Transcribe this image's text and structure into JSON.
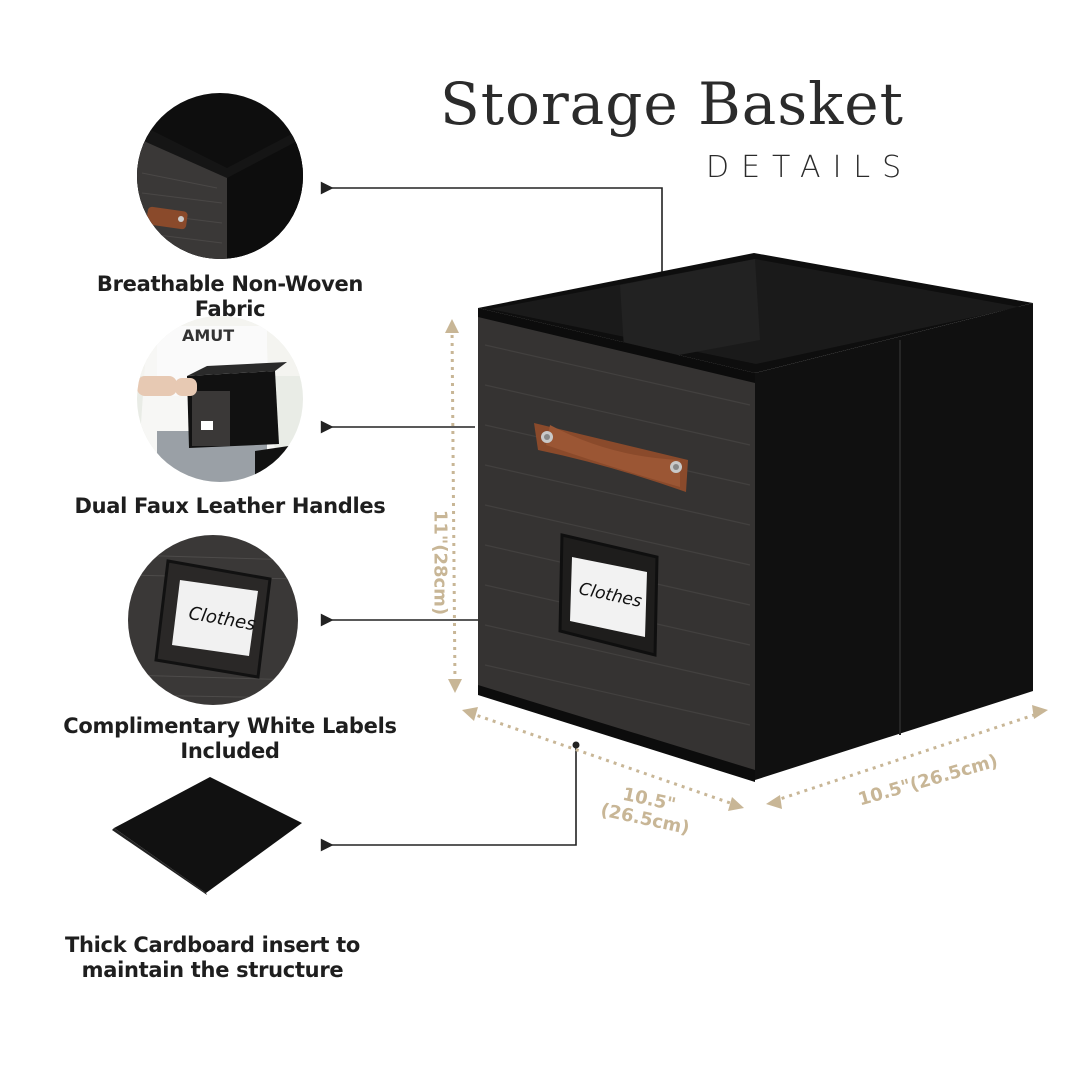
{
  "header": {
    "title": "Storage Basket",
    "subtitle": "DETAILS"
  },
  "features": [
    {
      "label": "Breathable Non-Woven Fabric",
      "icon": "fabric-closeup-icon"
    },
    {
      "label": "Dual Faux Leather Handles",
      "icon": "person-carrying-basket-icon"
    },
    {
      "label": "Complimentary White Labels Included",
      "icon": "label-pocket-icon"
    },
    {
      "label": "Thick Cardboard insert to maintain the structure",
      "icon": "cardboard-insert-icon"
    }
  ],
  "label_card_text": "Clothes",
  "thumb_shirt_text": "AMUT",
  "dimensions": {
    "height": "11\"(28cm)",
    "depth_line1": "10.5\"",
    "depth_line2": "(26.5cm)",
    "width": "10.5\"(26.5cm)"
  },
  "colors": {
    "fabric_dark": "#2e2c2b",
    "black": "#111111",
    "leather": "#8a4a2b",
    "dimension_beige": "#c8b696",
    "text": "#1e1e1e"
  }
}
